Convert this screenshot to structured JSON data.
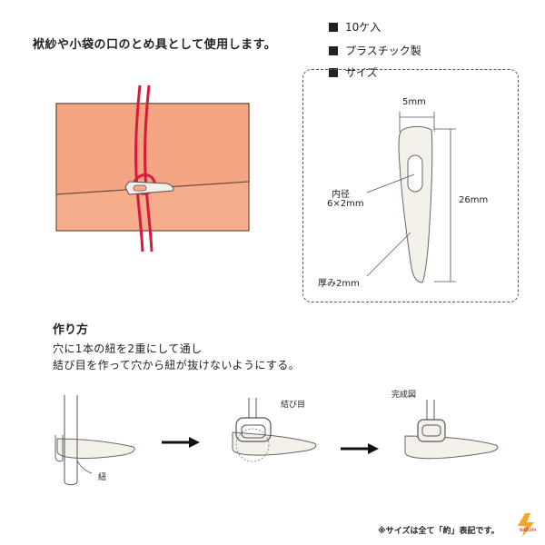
{
  "headline": "袱紗や小袋の口のとめ具として使用します。",
  "specs": [
    "10ケ入",
    "プラスチック製",
    "サイズ"
  ],
  "dimensions": {
    "width": "5mm",
    "length": "26mm",
    "inner_label": "内径",
    "inner_value": "6×2mm",
    "thickness": "厚み2mm"
  },
  "howto": {
    "title": "作り方",
    "line1": "穴に1本の紐を2重にして通し",
    "line2": "結び目を作って穴から紐が抜けないようにする。"
  },
  "steps": {
    "cord_label": "紐",
    "knot_label": "結び目",
    "done_label": "完成図"
  },
  "footnote": "※サイズは全て「約」表記です。",
  "logo_text": "INAZUMA",
  "colors": {
    "pouch": "#f6ad8c",
    "pouch_edge": "#6d4a3c",
    "cord": "#d7193b",
    "part_fill": "#f3f1ea",
    "part_edge": "#555555"
  }
}
